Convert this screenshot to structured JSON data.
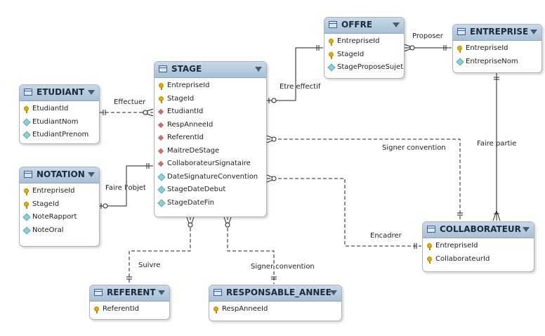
{
  "entities": {
    "stage": {
      "title": "STAGE",
      "columns": [
        {
          "name": "EntrepriseId",
          "key": "pk"
        },
        {
          "name": "StageId",
          "key": "pk"
        },
        {
          "name": "EtudiantId",
          "key": "fk"
        },
        {
          "name": "RespAnneeId",
          "key": "fk"
        },
        {
          "name": "ReferentId",
          "key": "fk"
        },
        {
          "name": "MaitreDeStage",
          "key": "fk"
        },
        {
          "name": "CollaborateurSignataire",
          "key": "fk"
        },
        {
          "name": "DateSignatureConvention",
          "key": "attr"
        },
        {
          "name": "StageDateDebut",
          "key": "attr"
        },
        {
          "name": "StageDateFin",
          "key": "attr"
        }
      ]
    },
    "etudiant": {
      "title": "ETUDIANT",
      "columns": [
        {
          "name": "EtudiantId",
          "key": "pk"
        },
        {
          "name": "EtudiantNom",
          "key": "attr"
        },
        {
          "name": "EtudiantPrenom",
          "key": "attr"
        }
      ]
    },
    "notation": {
      "title": "NOTATION",
      "columns": [
        {
          "name": "EntrepriseId",
          "key": "pk"
        },
        {
          "name": "StageId",
          "key": "pk"
        },
        {
          "name": "NoteRapport",
          "key": "attr"
        },
        {
          "name": "NoteOral",
          "key": "attr"
        }
      ]
    },
    "offre": {
      "title": "OFFRE",
      "columns": [
        {
          "name": "EntrepriseId",
          "key": "pk"
        },
        {
          "name": "StageId",
          "key": "pk"
        },
        {
          "name": "StageProposeSujet",
          "key": "attr"
        }
      ]
    },
    "entreprise": {
      "title": "ENTREPRISE",
      "columns": [
        {
          "name": "EntrepriseId",
          "key": "pk"
        },
        {
          "name": "EntrepriseNom",
          "key": "attr"
        }
      ]
    },
    "collaborateur": {
      "title": "COLLABORATEUR",
      "columns": [
        {
          "name": "EntrepriseId",
          "key": "pk"
        },
        {
          "name": "CollaborateurId",
          "key": "pk"
        }
      ]
    },
    "referent": {
      "title": "REFERENT",
      "columns": [
        {
          "name": "ReferentId",
          "key": "pk"
        }
      ]
    },
    "responsable": {
      "title": "RESPONSABLE_ANNEE",
      "columns": [
        {
          "name": "RespAnneeId",
          "key": "pk"
        }
      ]
    }
  },
  "relationships": {
    "effectuer": "Effectuer",
    "faire_objet": "Faire  l'objet",
    "etre_effectif": "Etre effectif",
    "proposer": "Proposer",
    "faire_partie": "Faire  partie",
    "signer_convention_collab": "Signer  convention",
    "encadrer": "Encadrer",
    "suivre": "Suivre",
    "signer_convention_resp": "Signer  convention"
  }
}
